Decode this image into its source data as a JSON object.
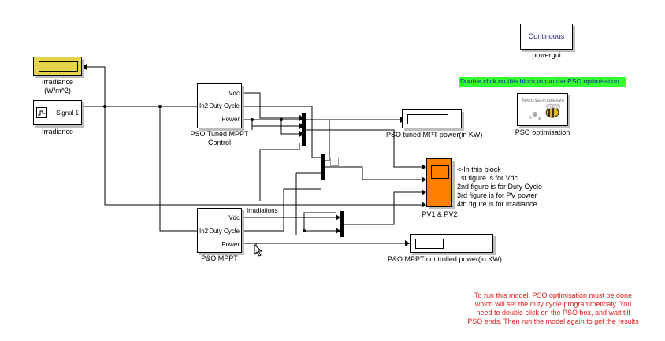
{
  "powergui": {
    "button_label": "Continuous",
    "caption": "powergui"
  },
  "pso_banner": {
    "text": "Double click on this block to run the PSO optimisation",
    "bg": "#33ff33"
  },
  "pso_block": {
    "caption": "PSO optimisation",
    "icon": "bee-icon"
  },
  "irradiance_display": {
    "caption_line1": "Irradiance",
    "caption_line2": "(W/m^2)",
    "color": "#e6d34a"
  },
  "signal_block": {
    "port_label": "Signal 1",
    "caption": "Irradiance"
  },
  "pso_mppt": {
    "ports_out": [
      "Vdc",
      "Duty Cycle",
      "Power"
    ],
    "port_in": "In2",
    "caption_line1": "PSO Tuned MPPT",
    "caption_line2": "Control"
  },
  "po_mppt": {
    "ports_out": [
      "Vdc",
      "Duty Cycle",
      "Power"
    ],
    "port_in": "In2",
    "caption": "P&O MPPT"
  },
  "signal_irradiations": "Irradiations",
  "pso_power_display": {
    "caption": "PSO tuned MPT power(in KW)"
  },
  "po_power_display": {
    "caption": "P&O MPPT controlled power(in KW)"
  },
  "scope": {
    "caption": "PV1 & PV2",
    "color": "#ff8000"
  },
  "scope_notes": [
    "<-In this block",
    "1st figure is for Vdc",
    "2nd figure is for Duty Cycle",
    "3rd figure is for PV power",
    "4th figure is for irradiance"
  ],
  "run_note": [
    "To run this model, PSO optimisation must be done",
    "which will set the duty cycle programmeticaly. You",
    "need to double click on the PSO box, and wait till",
    "PSO ends. Then run the model again to get the results"
  ],
  "run_note_color": "#e02020"
}
